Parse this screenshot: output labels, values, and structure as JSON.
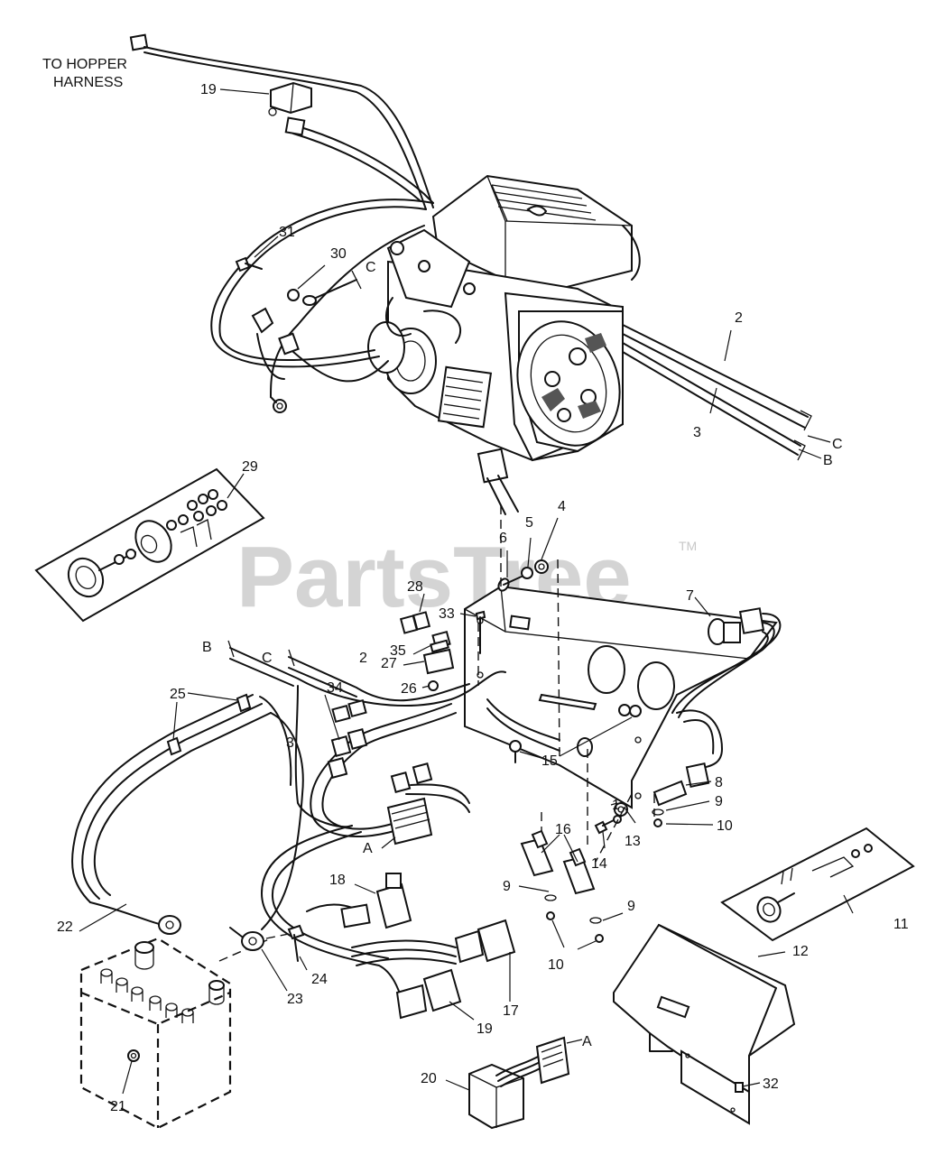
{
  "watermark": {
    "text": "PartsTree",
    "tm": "TM"
  },
  "hopper_note": {
    "line1": "TO HOPPER",
    "line2": "HARNESS"
  },
  "letters": {
    "a1": "A",
    "a2": "A",
    "b1": "B",
    "b2": "B",
    "c1": "C",
    "c2": "C",
    "c3": "C"
  },
  "callouts": {
    "n1": "1",
    "n2a": "2",
    "n2b": "2",
    "n3a": "3",
    "n3b": "3",
    "n4": "4",
    "n5": "5",
    "n6": "6",
    "n7": "7",
    "n8": "8",
    "n9a": "9",
    "n9b": "9",
    "n9c": "9",
    "n10a": "10",
    "n10b": "10",
    "n11": "11",
    "n12": "12",
    "n13": "13",
    "n14": "14",
    "n15": "15",
    "n16": "16",
    "n17": "17",
    "n18": "18",
    "n19a": "19",
    "n19b": "19",
    "n20": "20",
    "n21": "21",
    "n22": "22",
    "n23": "23",
    "n24": "24",
    "n25": "25",
    "n26": "26",
    "n27": "27",
    "n28": "28",
    "n29": "29",
    "n30": "30",
    "n31": "31",
    "n32": "32",
    "n33": "33",
    "n34": "34",
    "n35": "35"
  }
}
